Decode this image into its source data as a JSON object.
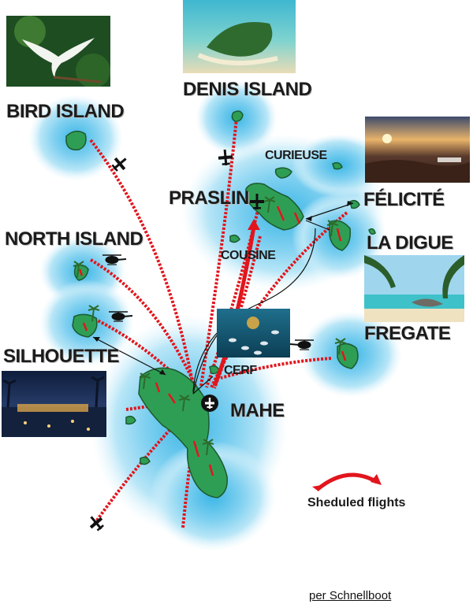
{
  "labels": {
    "bird_island": "BIRD ISLAND",
    "denis_island": "DENIS ISLAND",
    "curieuse": "CURIEUSE",
    "praslin": "PRASLIN",
    "felicite": "FÉLICITÉ",
    "la_digue": "LA DIGUE",
    "north_island": "NORTH ISLAND",
    "cousine": "COUSINE",
    "fregate": "FREGATE",
    "silhouette": "SILHOUETTE",
    "cerf": "CERF",
    "mahe": "MAHE"
  },
  "legend": {
    "label": "Sheduled flights"
  },
  "footer": {
    "link": "per Schnellboot"
  },
  "colors": {
    "water_outer": "#d6f0fb",
    "water_mid": "#9fdcf3",
    "water_inner": "#56c1ea",
    "island": "#2f9e55",
    "island_edge": "#1c5a2e",
    "route": "#e2151c"
  }
}
